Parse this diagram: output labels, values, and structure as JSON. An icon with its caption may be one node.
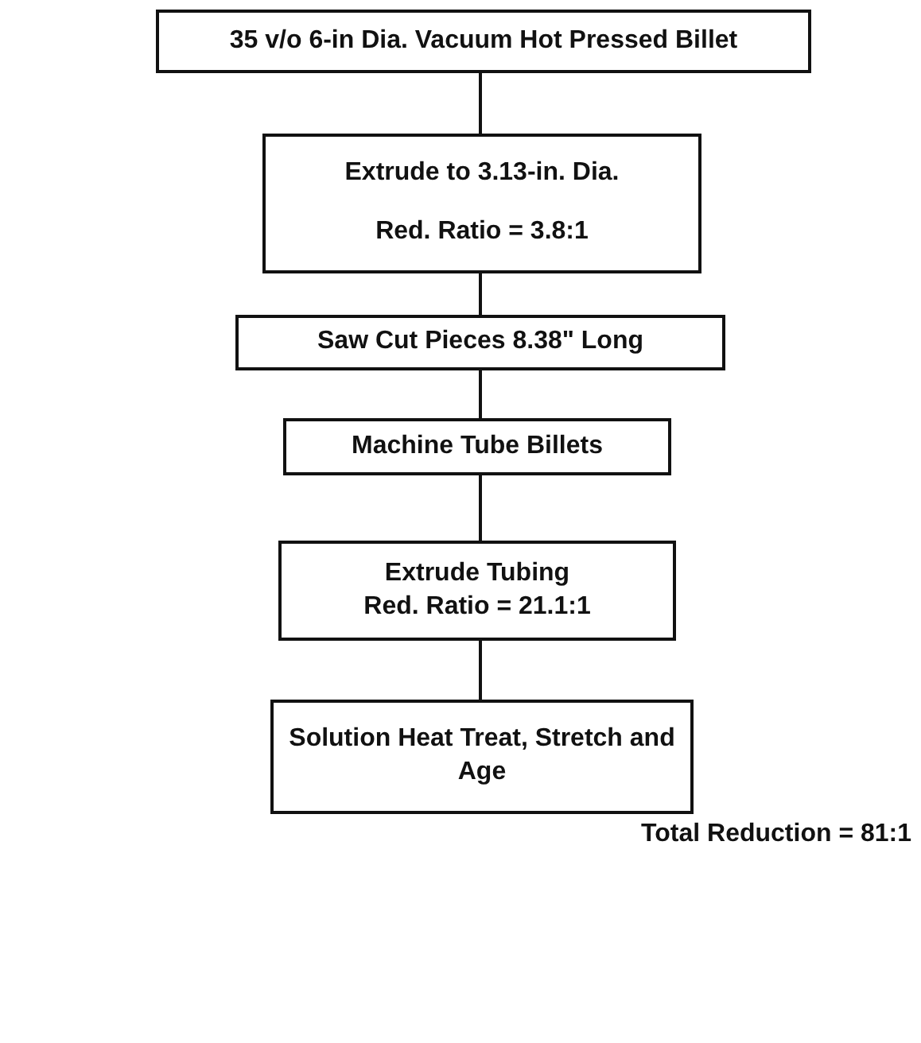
{
  "diagram": {
    "nodes": [
      {
        "text": [
          "35 v/o 6-in  Dia. Vacuum Hot Pressed Billet"
        ]
      },
      {
        "text": [
          "Extrude to 3.13-in. Dia.",
          "Red. Ratio = 3.8:1"
        ]
      },
      {
        "text": [
          "Saw Cut Pieces 8.38\" Long"
        ]
      },
      {
        "text": [
          "Machine Tube Billets"
        ]
      },
      {
        "text": [
          "Extrude Tubing",
          "Red. Ratio = 21.1:1"
        ]
      },
      {
        "text": [
          "Solution Heat Treat, Stretch and Age"
        ]
      }
    ],
    "edges": [
      {
        "from": 0,
        "to": 1,
        "arrow": "none"
      },
      {
        "from": 1,
        "to": 2,
        "arrow": "none"
      },
      {
        "from": 2,
        "to": 3,
        "arrow": "none"
      },
      {
        "from": 3,
        "to": 4,
        "arrow": "none"
      },
      {
        "from": 4,
        "to": 5,
        "arrow": "none"
      }
    ],
    "labels": [
      "Total Reduction = 81:1"
    ]
  }
}
